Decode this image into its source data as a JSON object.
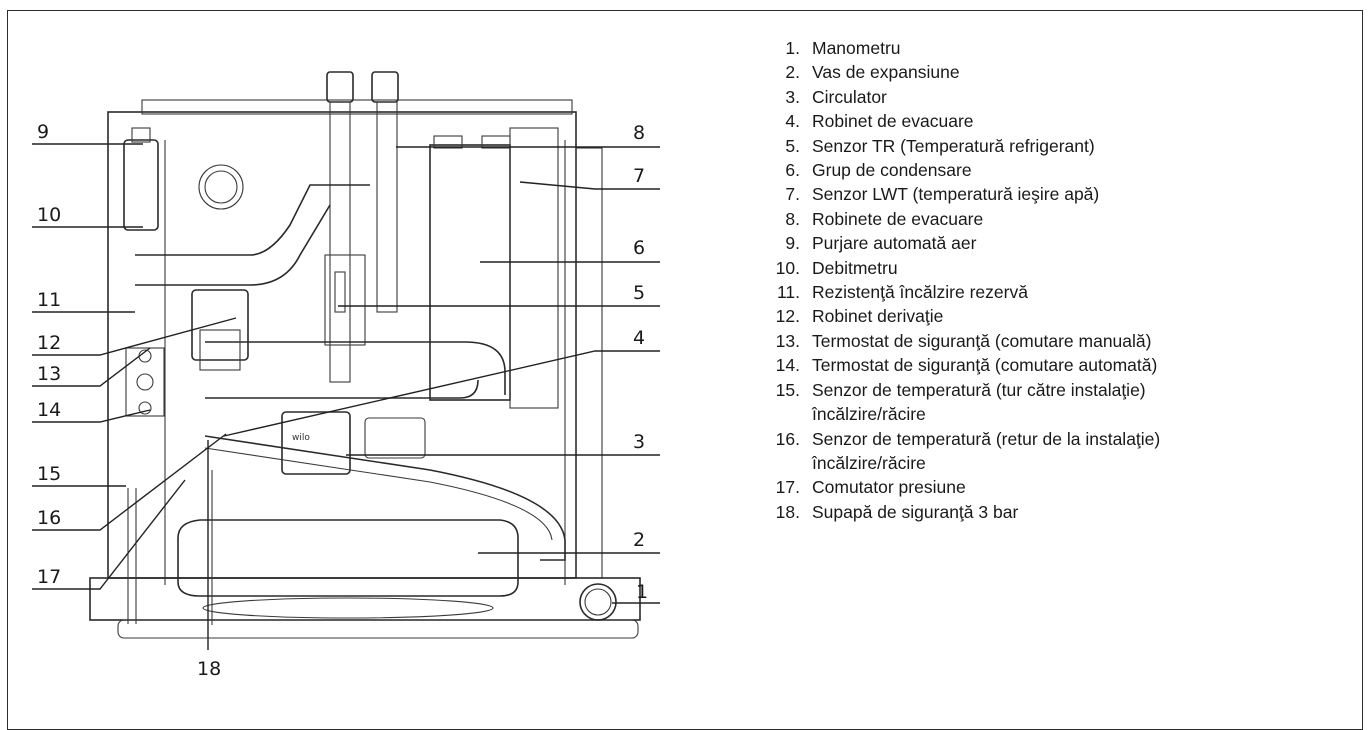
{
  "callouts": [
    "1",
    "2",
    "3",
    "4",
    "5",
    "6",
    "7",
    "8",
    "9",
    "10",
    "11",
    "12",
    "13",
    "14",
    "15",
    "16",
    "17",
    "18"
  ],
  "legend": [
    {
      "num": "1.",
      "text": "Manometru"
    },
    {
      "num": "2.",
      "text": "Vas de expansiune"
    },
    {
      "num": "3.",
      "text": "Circulator"
    },
    {
      "num": "4.",
      "text": "Robinet de evacuare"
    },
    {
      "num": "5.",
      "text": "Senzor TR (Temperatură refrigerant)"
    },
    {
      "num": "6.",
      "text": "Grup de condensare"
    },
    {
      "num": "7.",
      "text": "Senzor LWT (temperatură ieşire apă)"
    },
    {
      "num": "8.",
      "text": "Robinete de evacuare"
    },
    {
      "num": "9.",
      "text": "Purjare automată aer"
    },
    {
      "num": "10.",
      "text": "Debitmetru"
    },
    {
      "num": "11.",
      "text": "Rezistenţă încălzire rezervă"
    },
    {
      "num": "12.",
      "text": "Robinet derivaţie"
    },
    {
      "num": "13.",
      "text": "Termostat de siguranţă (comutare manuală)"
    },
    {
      "num": "14.",
      "text": "Termostat de siguranţă (comutare automată)"
    },
    {
      "num": "15.",
      "text": "Senzor de temperatură (tur către instalaţie)",
      "cont": "încălzire/răcire"
    },
    {
      "num": "16.",
      "text": "Senzor de temperatură (retur de la instalaţie)",
      "cont": "încălzire/răcire"
    },
    {
      "num": "17.",
      "text": "Comutator presiune"
    },
    {
      "num": "18.",
      "text": "Supapă de siguranţă 3 bar"
    }
  ]
}
